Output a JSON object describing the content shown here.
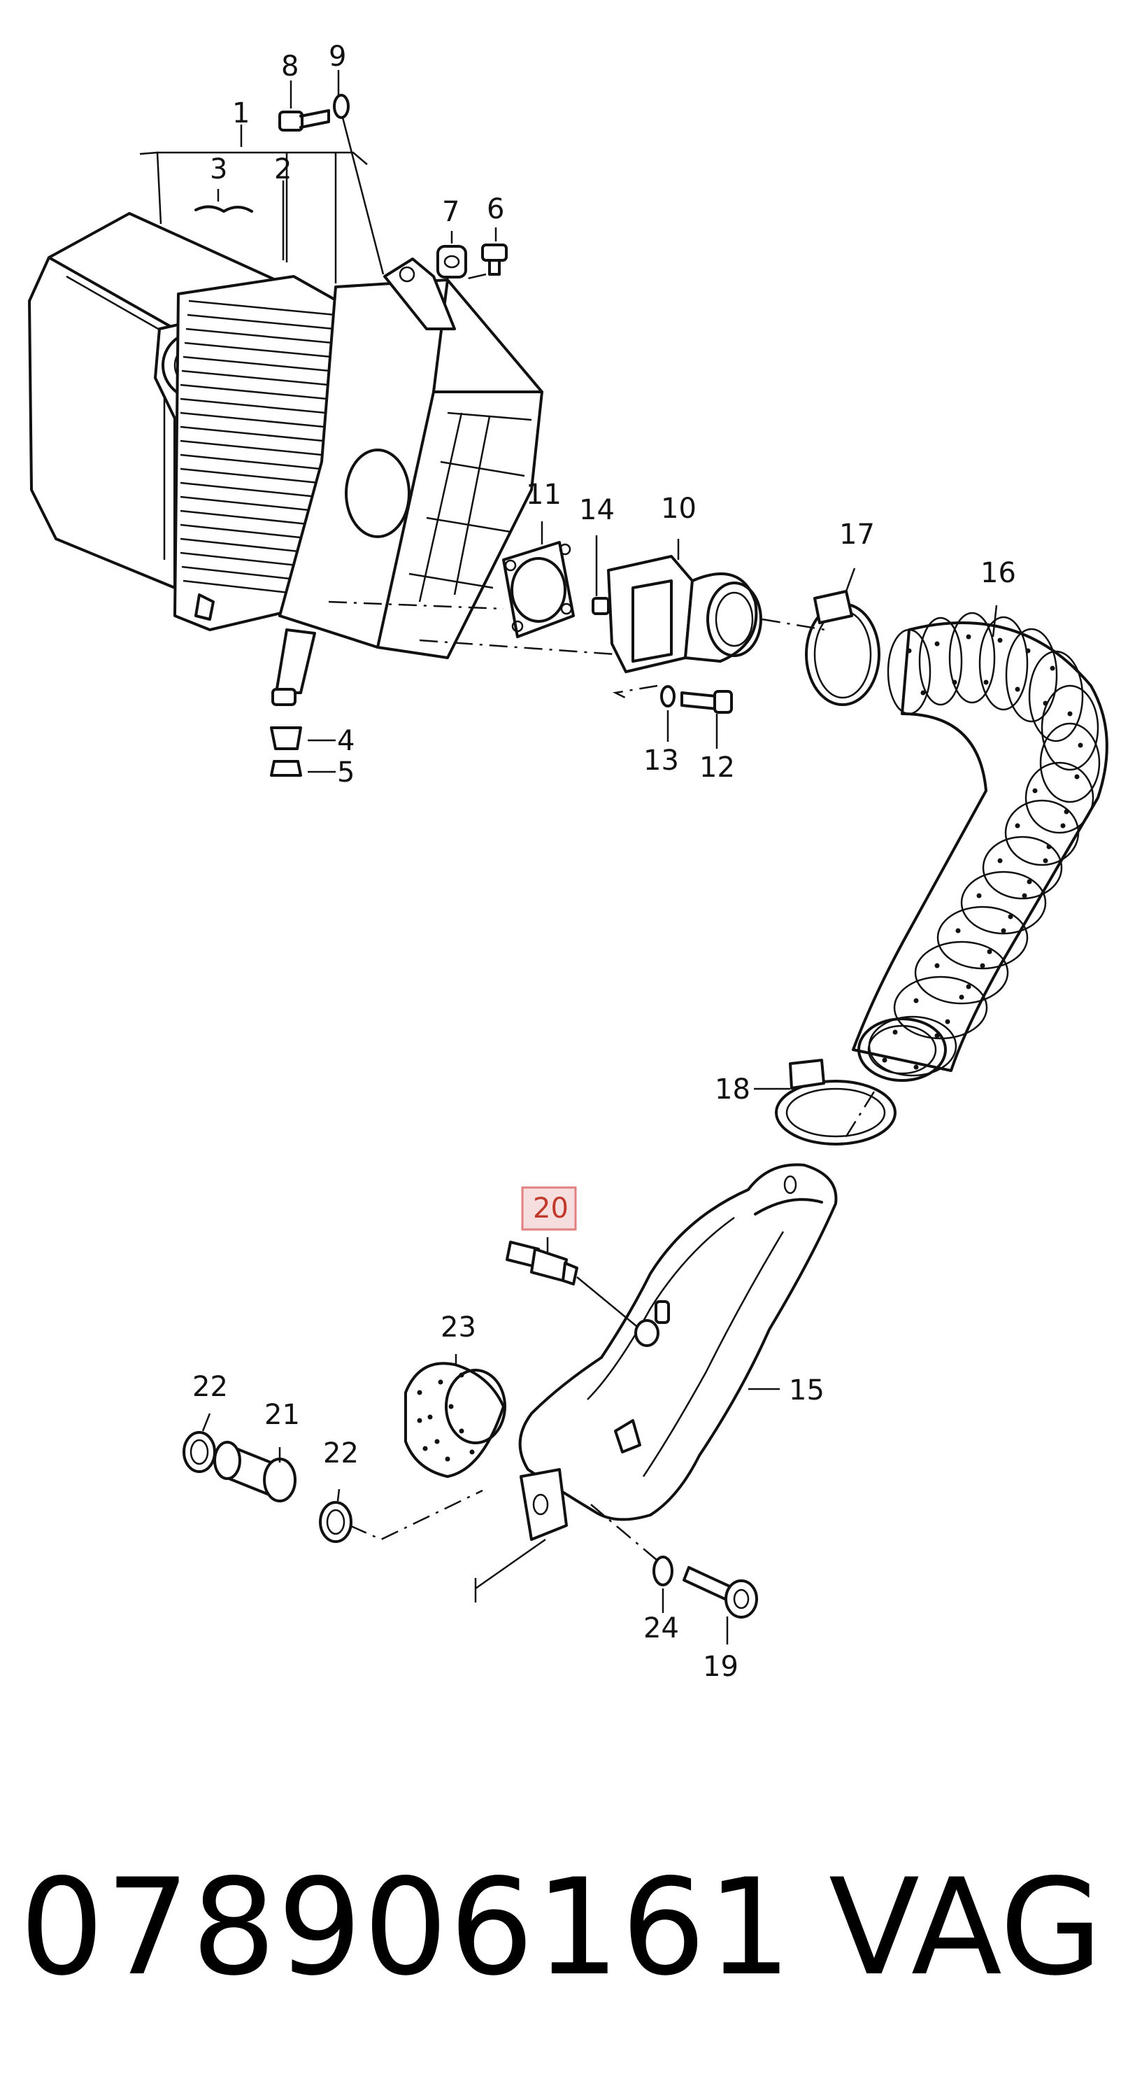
{
  "callouts": [
    {
      "n": "1"
    },
    {
      "n": "2"
    },
    {
      "n": "3"
    },
    {
      "n": "4"
    },
    {
      "n": "5"
    },
    {
      "n": "6"
    },
    {
      "n": "7"
    },
    {
      "n": "8"
    },
    {
      "n": "9"
    },
    {
      "n": "10"
    },
    {
      "n": "11"
    },
    {
      "n": "12"
    },
    {
      "n": "13"
    },
    {
      "n": "14"
    },
    {
      "n": "15"
    },
    {
      "n": "16"
    },
    {
      "n": "17"
    },
    {
      "n": "18"
    },
    {
      "n": "19"
    },
    {
      "n": "20"
    },
    {
      "n": "21"
    },
    {
      "n": "22"
    },
    {
      "n": "22"
    },
    {
      "n": "23"
    },
    {
      "n": "24"
    }
  ],
  "highlighted_callout": "20",
  "highlight_color": "#e8a0a0",
  "footer": {
    "part_number": "078906161",
    "brand": "VAG"
  }
}
